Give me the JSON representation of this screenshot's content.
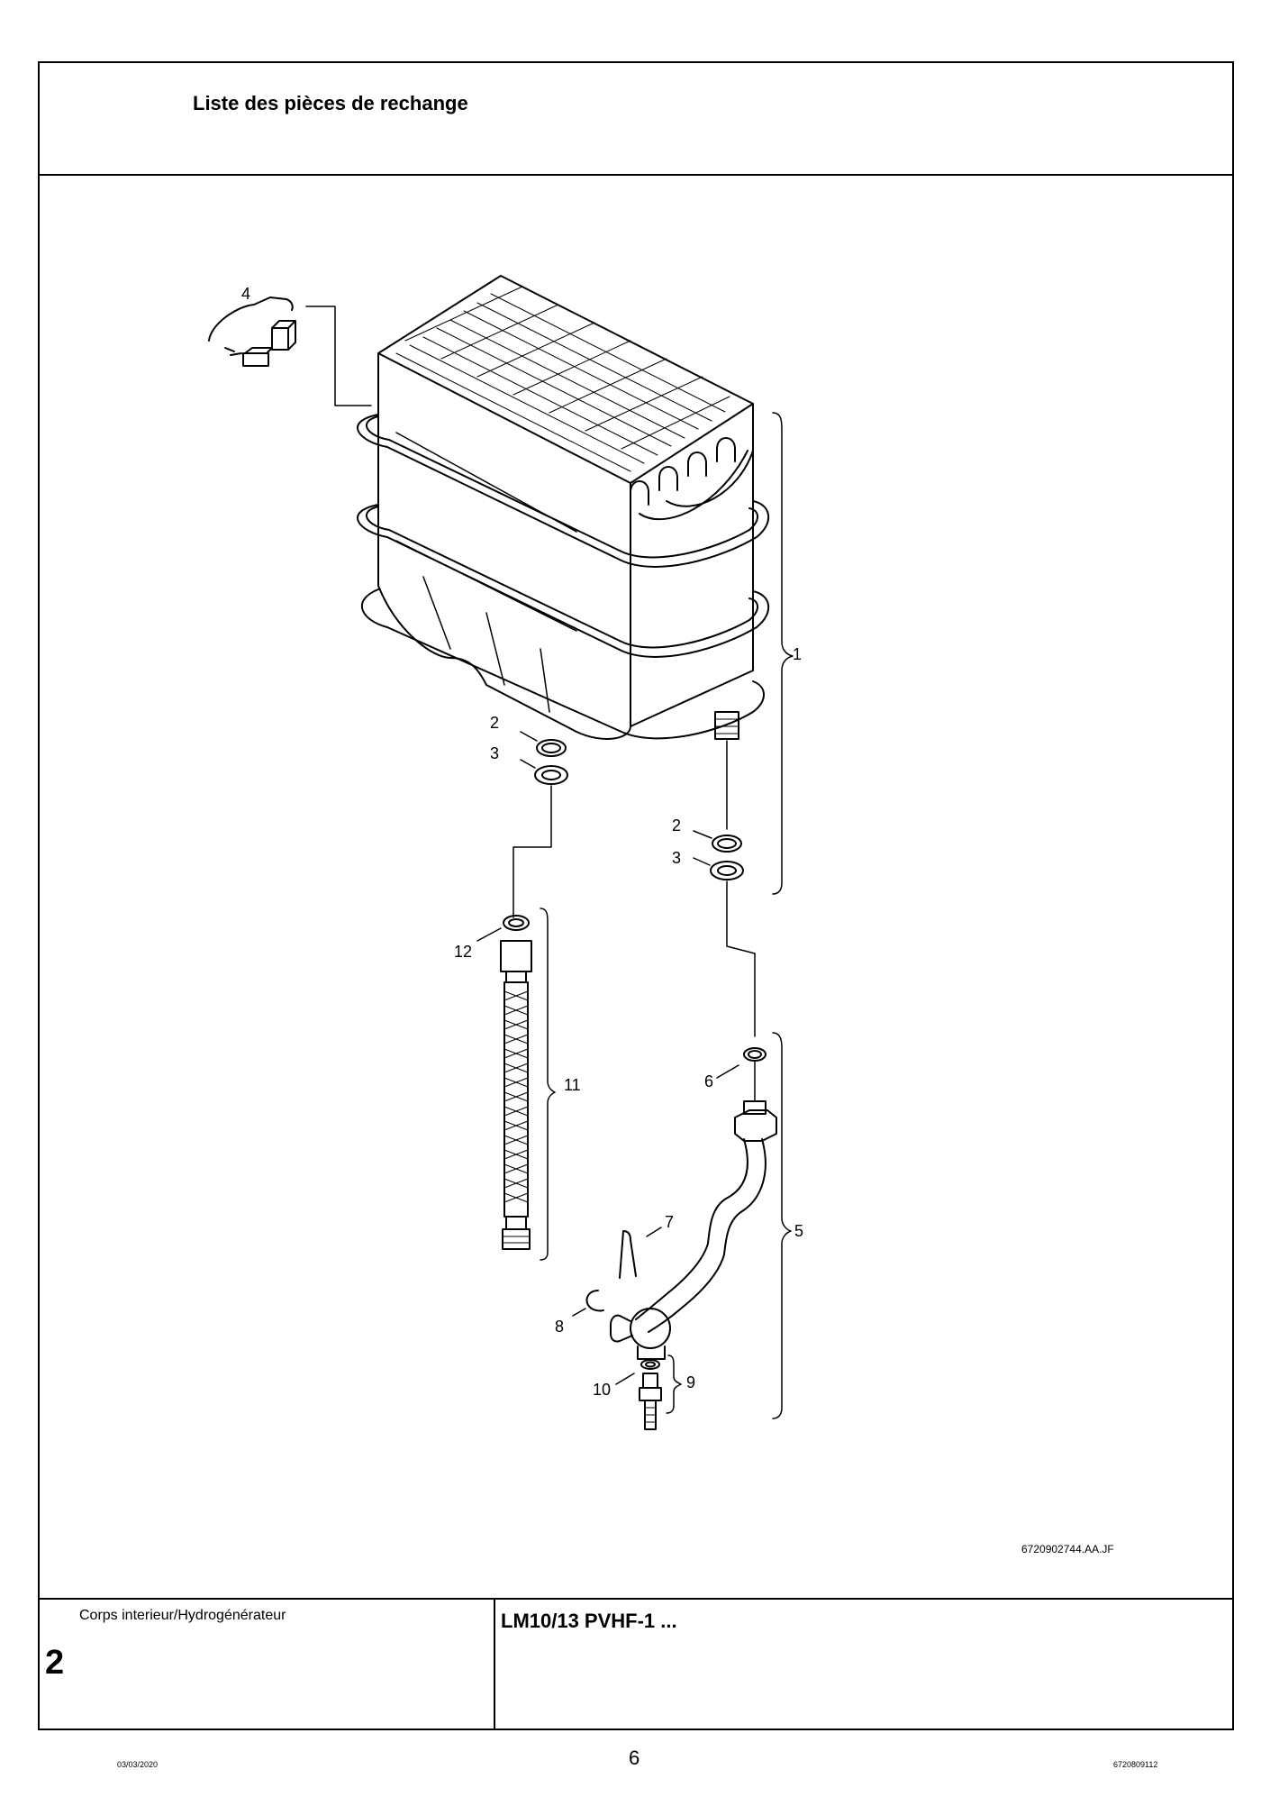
{
  "header": {
    "title": "Liste des pièces de rechange"
  },
  "diagram": {
    "reference_code": "6720902744.AA.JF",
    "callouts": [
      "4",
      "1",
      "2",
      "3",
      "2",
      "3",
      "12",
      "11",
      "6",
      "5",
      "7",
      "8",
      "10",
      "9"
    ]
  },
  "footer": {
    "section_label": "Corps interieur/Hydrogénérateur",
    "section_number": "2",
    "model": "LM10/13 PVHF-1 ..."
  },
  "page": {
    "date": "03/03/2020",
    "number": "6",
    "doc_number": "6720809112"
  }
}
